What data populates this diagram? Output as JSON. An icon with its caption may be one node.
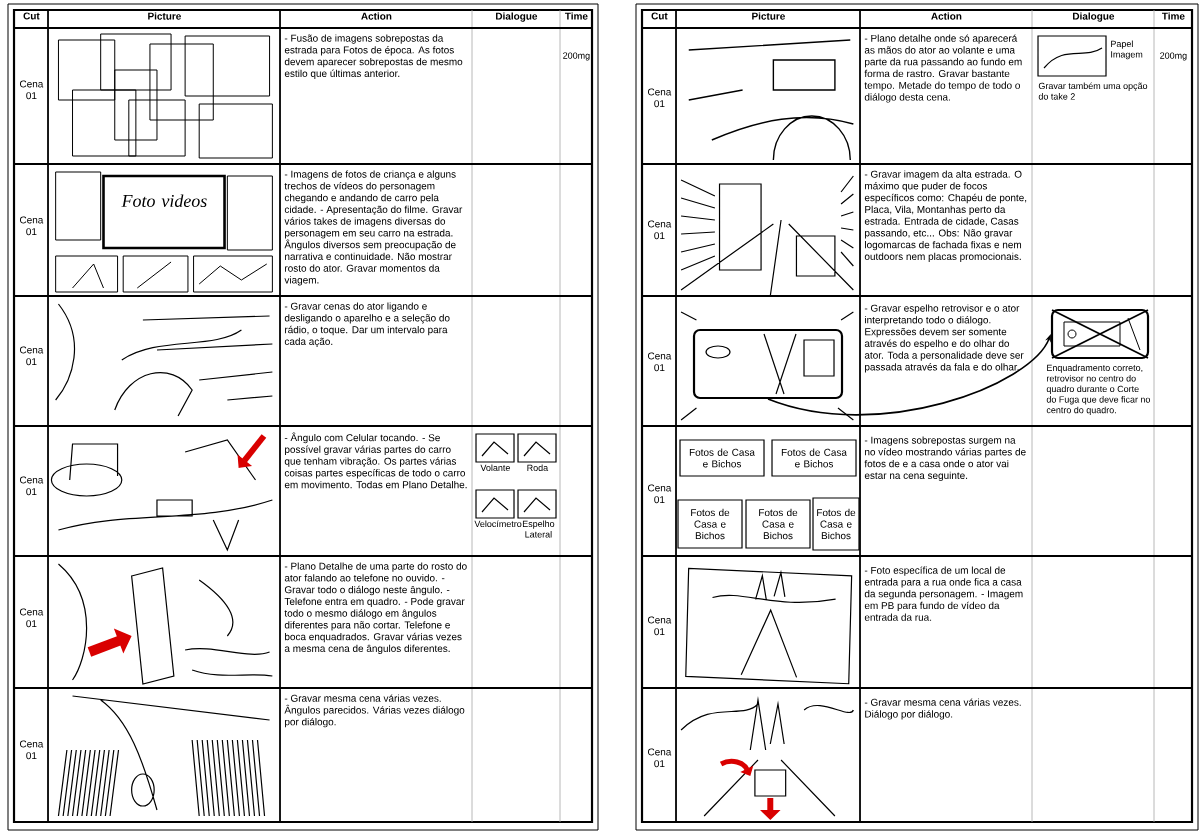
{
  "diagram": {
    "nodes": [
      {
        "text": [],
        "shape": "picture"
      },
      {
        "text": [],
        "shape": "picture",
        "beside": [
          "Enquadramento correto, retrovisor no centro do quadro durante o Corte do Fuga que deve ficar no centro do quadro."
        ]
      },
      {
        "text": [
          "Fotos de Casa e Bichos"
        ]
      },
      {
        "text": [
          "Fotos de Casa e Bichos"
        ]
      },
      {
        "text": [
          "Fotos de Casa e Bichos"
        ]
      },
      {
        "text": [
          "Fotos de Casa e Bichos"
        ]
      },
      {
        "text": [
          "Fotos de Casa e Bichos"
        ]
      }
    ],
    "edges": [
      {
        "from": 0,
        "to": 1,
        "arrow": "to"
      }
    ],
    "labels": [
      "Cut",
      "Picture",
      "Action",
      "Dialogue",
      "Time",
      "Cena 01",
      "- Fusão de imagens sobrepostas da estrada para Fotos de época. As fotos devem aparecer sobrepostas de mesmo estilo que últimas anterior.",
      "200mg",
      "Foto videos",
      "Cena 01",
      "- Imagens de fotos de criança e alguns trechos de vídeos do personagem chegando e andando de carro pela cidade. - Apresentação do filme. Gravar vários takes de imagens diversas do personagem em seu carro na estrada. Ângulos diversos sem preocupação de narrativa e continuidade. Não mostrar rosto do ator. Gravar momentos da viagem.",
      "Cena 01",
      "- Gravar cenas do ator ligando e desligando o aparelho e a seleção do rádio, o toque. Dar um intervalo para cada ação.",
      "Cena 01",
      "- Ângulo com Celular tocando. - Se possível gravar várias partes do carro que tenham vibração. Os partes várias coisas partes específicas de todo o carro em movimento. Todas em Plano Detalhe.",
      "Volante",
      "Roda",
      "Velocímetro",
      "Espelho Lateral",
      "Cena 01",
      "- Plano Detalhe de uma parte do rosto do ator falando ao telefone no ouvido. - Gravar todo o diálogo neste ângulo. - Telefone entra em quadro. - Pode gravar todo o mesmo diálogo em ângulos diferentes para não cortar. Telefone e boca enquadrados. Gravar várias vezes a mesma cena de ângulos diferentes.",
      "Cena 01",
      "- Gravar mesma cena várias vezes. Ângulos parecidos. Várias vezes diálogo por diálogo.",
      "Cut",
      "Picture",
      "Action",
      "Dialogue",
      "Time",
      "Cena 01",
      "- Plano detalhe onde só aparecerá as mãos do ator ao volante e uma parte da rua passando ao fundo em forma de rastro. Gravar bastante tempo. Metade do tempo de todo o diálogo desta cena.",
      "Papel Imagem",
      "Gravar também uma opção do take 2",
      "200mg",
      "Cena 01",
      "- Gravar imagem da alta estrada. O máximo que puder de focos específicos como: Chapéu de ponte, Placa, Vila, Montanhas perto da estrada. Entrada de cidade, Casas passando, etc... Obs: Não gravar logomarcas de fachada fixas e nem outdoors nem placas promocionais.",
      "Cena 01",
      "- Gravar espelho retrovisor e o ator interpretando todo o diálogo. Expressões devem ser somente através do espelho e do olhar do ator. Toda a personalidade deve ser passada através da fala e do olhar.",
      "Cena 01",
      "- Imagens sobrepostas surgem na no vídeo mostrando várias partes de fotos de e a casa onde o ator vai estar na cena seguinte.",
      "Cena 01",
      "- Foto específica de um local de entrada para a rua onde fica a casa da segunda personagem. - Imagem em PB para fundo de vídeo da entrada da rua.",
      "Cena 01",
      "- Gravar mesma cena várias vezes. Diálogo por diálogo."
    ]
  }
}
